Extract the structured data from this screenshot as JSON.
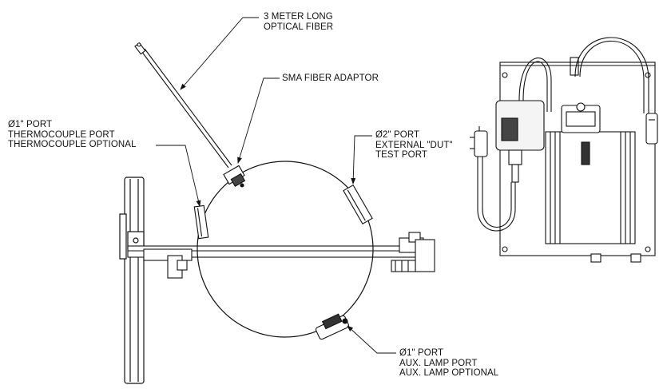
{
  "callouts": {
    "fiber": {
      "lines": [
        "3 METER LONG",
        "OPTICAL FIBER"
      ]
    },
    "sma": {
      "lines": [
        "SMA FIBER ADAPTOR"
      ]
    },
    "port1_thermo": {
      "lines": [
        "Ø1\" PORT",
        "THERMOCOUPLE PORT",
        "THERMOCOUPLE OPTIONAL"
      ]
    },
    "port2_dut": {
      "lines": [
        "Ø2\" PORT",
        "EXTERNAL \"DUT\"",
        "TEST PORT"
      ]
    },
    "port1_aux": {
      "lines": [
        "Ø1\" PORT",
        "AUX. LAMP PORT",
        "AUX. LAMP OPTIONAL"
      ]
    }
  }
}
